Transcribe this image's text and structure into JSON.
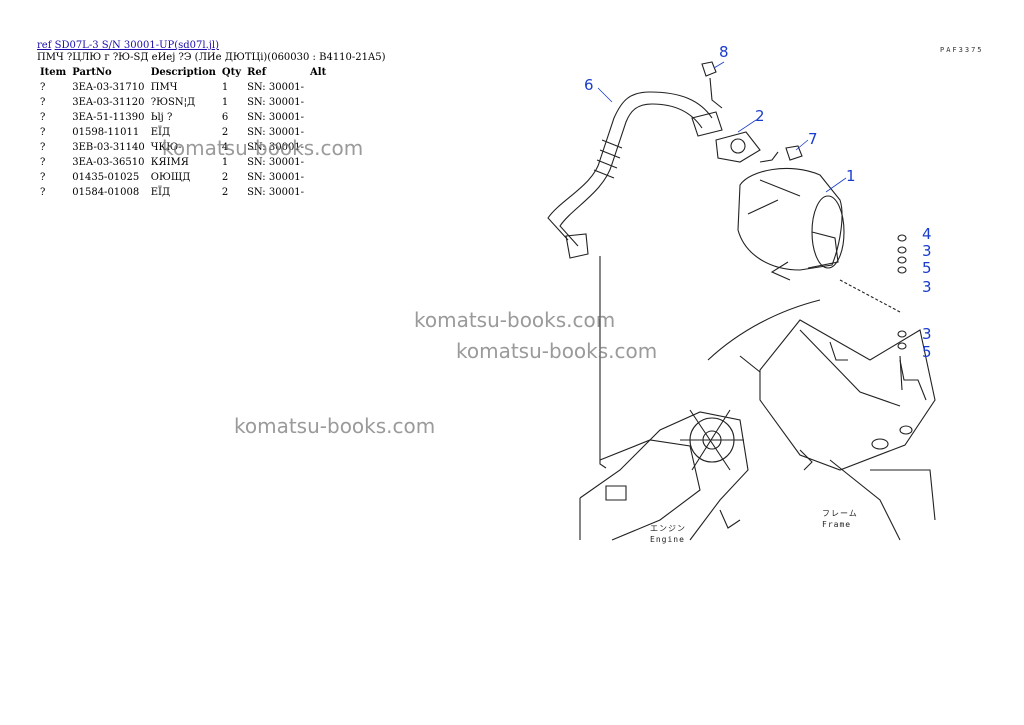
{
  "header": {
    "ref_label": "ref",
    "link_text": "SD07L-3 S/N 30001-UP(sd07l.jl)"
  },
  "subtitle": "ПМЧ ?ЦЛЮ г ?Ю-SД еИеj ?Э (ЛИе ДЮТЦi)(060030 : B4110-21A5)",
  "table": {
    "headers": [
      "Item",
      "PartNo",
      "Description",
      "Qty",
      "Ref",
      "Alt"
    ],
    "rows": [
      [
        "?",
        "3EA-03-31710",
        "ПМЧ",
        "1",
        "SN: 30001-",
        ""
      ],
      [
        "?",
        "3EA-03-31120",
        "?ЮSN¦Д",
        "1",
        "SN: 30001-",
        ""
      ],
      [
        "?",
        "3EA-51-11390",
        "Ьlj ?",
        "6",
        "SN: 30001-",
        ""
      ],
      [
        "?",
        "01598-11011",
        "ЕЇД",
        "2",
        "SN: 30001-",
        ""
      ],
      [
        "?",
        "3EB-03-31140",
        "ЧКЮ-",
        "4",
        "SN: 30001-",
        ""
      ],
      [
        "?",
        "3EA-03-36510",
        "КЯIМЯ",
        "1",
        "SN: 30001-",
        ""
      ],
      [
        "?",
        "01435-01025",
        "ОЮЩД",
        "2",
        "SN: 30001-",
        ""
      ],
      [
        "?",
        "01584-01008",
        "ЕЇД",
        "2",
        "SN: 30001-",
        ""
      ]
    ]
  },
  "diagram": {
    "code": "PAF3375",
    "callouts": [
      "8",
      "6",
      "2",
      "7",
      "1",
      "4",
      "3",
      "5",
      "3",
      "3",
      "5"
    ],
    "labels": {
      "engine_jp": "エンジン",
      "engine": "Engine",
      "frame_jp": "フレーム",
      "frame": "Frame"
    }
  },
  "watermark": "komatsu-books.com"
}
